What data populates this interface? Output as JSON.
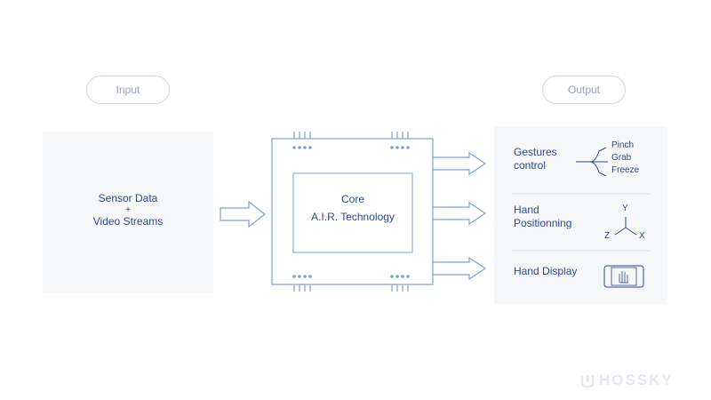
{
  "labels": {
    "input": "Input",
    "output": "Output"
  },
  "input_panel": {
    "line1": "Sensor Data",
    "line2": "+",
    "line3": "Video Streams"
  },
  "core": {
    "line1": "Core",
    "line2": "A.I.R. Technology"
  },
  "outputs": {
    "gestures": {
      "label_line1": "Gestures",
      "label_line2": "control",
      "items": [
        "Pinch",
        "Grab",
        "Freeze"
      ]
    },
    "positioning": {
      "label_line1": "Hand",
      "label_line2": "Positionning",
      "axes": {
        "y": "Y",
        "z": "Z",
        "x": "X"
      }
    },
    "display": {
      "label": "Hand Display"
    }
  },
  "watermark": {
    "text": "HOSSKY"
  },
  "colors": {
    "stroke": "#7fa0d8",
    "text": "#2b4a8c",
    "panel": "#f6f7f9"
  }
}
